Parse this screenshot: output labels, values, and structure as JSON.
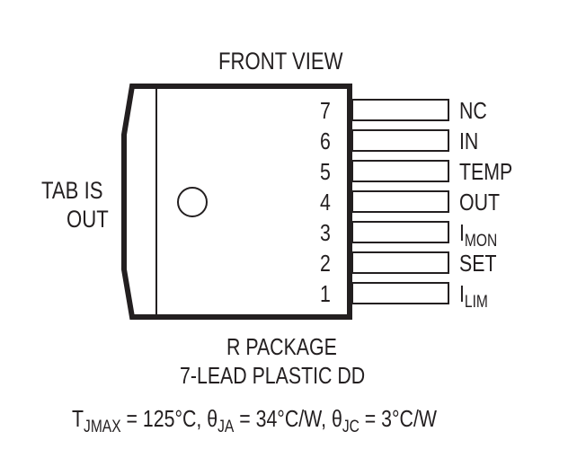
{
  "diagram": {
    "title": "FRONT VIEW",
    "tab_label_line1": "TAB IS",
    "tab_label_line2": "OUT",
    "package_name": "R PACKAGE",
    "package_desc": "7-LEAD PLASTIC DD",
    "thermal": {
      "tjmax_symbol": "T",
      "tjmax_sub": "JMAX",
      "tjmax_value": " = 125°C, ",
      "theta_ja_symbol": "θ",
      "theta_ja_sub": "JA",
      "theta_ja_value": " = 34°C/W, ",
      "theta_jc_symbol": "θ",
      "theta_jc_sub": "JC",
      "theta_jc_value": " = 3°C/W"
    },
    "pins": [
      {
        "number": "7",
        "label": "NC",
        "sub": ""
      },
      {
        "number": "6",
        "label": "IN",
        "sub": ""
      },
      {
        "number": "5",
        "label": "TEMP",
        "sub": ""
      },
      {
        "number": "4",
        "label": "OUT",
        "sub": ""
      },
      {
        "number": "3",
        "label": "I",
        "sub": "MON"
      },
      {
        "number": "2",
        "label": "SET",
        "sub": ""
      },
      {
        "number": "1",
        "label": "I",
        "sub": "LIM"
      }
    ],
    "colors": {
      "ink": "#231f20",
      "background": "#ffffff"
    }
  }
}
